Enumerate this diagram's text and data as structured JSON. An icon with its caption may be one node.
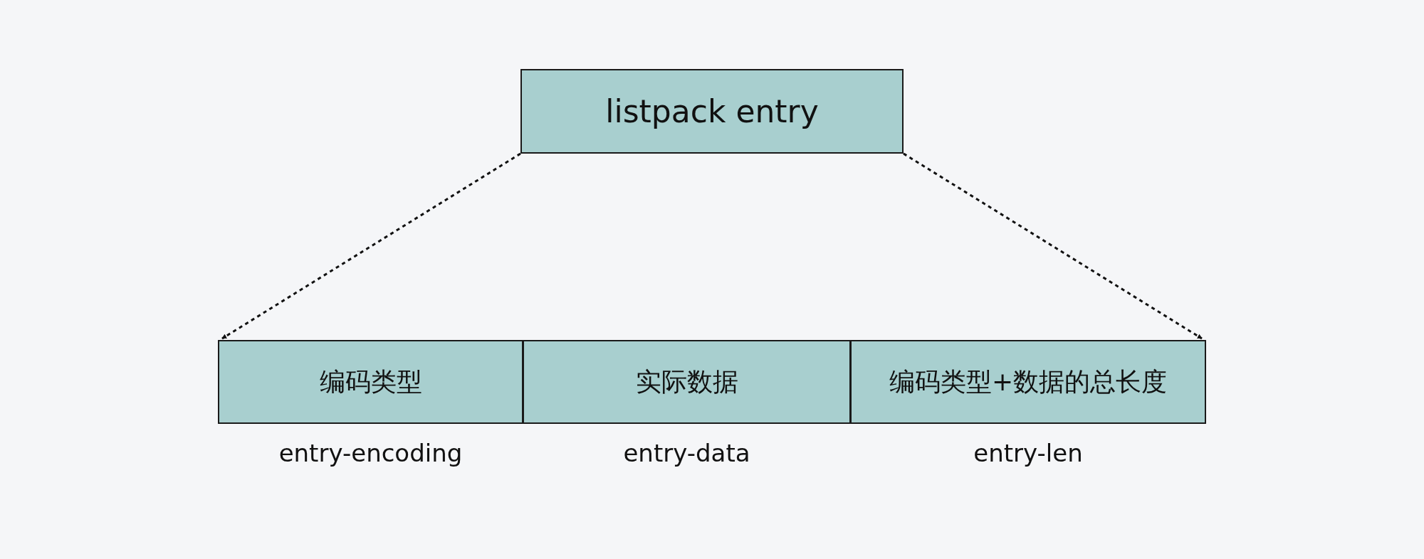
{
  "diagram": {
    "nodes": [
      {
        "text": [
          "listpack entry"
        ]
      },
      {
        "text": [
          "编码类型"
        ],
        "beside": [
          "entry-encoding"
        ]
      },
      {
        "text": [
          "实际数据"
        ],
        "beside": [
          "entry-data"
        ]
      },
      {
        "text": [
          "编码类型+数据的总长度"
        ],
        "beside": [
          "entry-len"
        ]
      }
    ],
    "edges": [
      {
        "from": 0,
        "to": 1,
        "arrow": "to",
        "style": "dashed"
      },
      {
        "from": 0,
        "to": 3,
        "arrow": "to",
        "style": "dashed"
      }
    ]
  }
}
